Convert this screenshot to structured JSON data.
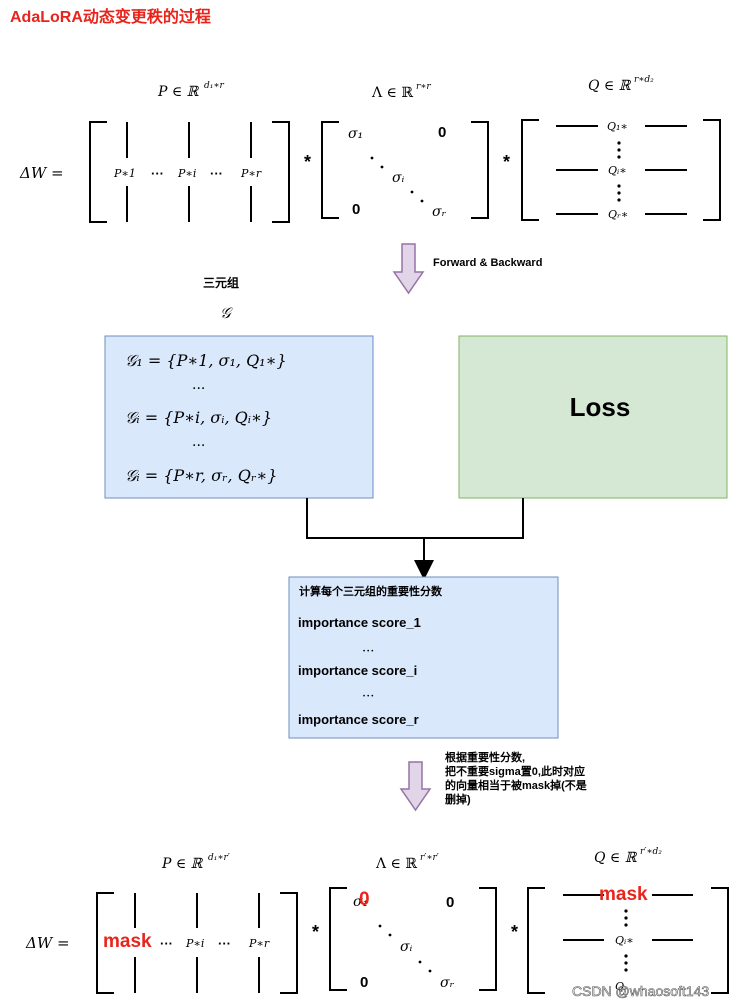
{
  "title": "AdaLoRA动态变更秩的过程",
  "top": {
    "lhs": "ΔW =",
    "p_label": "P ∈ ℝ",
    "p_exp": "d₁∗r",
    "lambda_label": "Λ ∈ ℝ",
    "lambda_exp": "r∗r",
    "q_label": "Q ∈ ℝ",
    "q_exp": "r∗d₂",
    "p_cols": [
      "P∗1",
      "P∗i",
      "P∗r"
    ],
    "ellipsis": "···",
    "diag": [
      "σ₁",
      "σᵢ",
      "σᵣ"
    ],
    "zero": "0",
    "q_rows": [
      "Q₁∗",
      "Qᵢ∗",
      "Qᵣ∗"
    ],
    "times": "*"
  },
  "arrow1_label": "Forward & Backward",
  "triplet_label": "三元组",
  "triplet_symbol": "𝒢",
  "g_box": {
    "lines": [
      "𝒢₁ = {P∗1, σ₁, Q₁∗}",
      "···",
      "𝒢ᵢ = {P∗i, σᵢ, Qᵢ∗}",
      "···",
      "𝒢ᵢ = {P∗r, σᵣ, Qᵣ∗}"
    ]
  },
  "loss_label": "Loss",
  "score_box": {
    "title": "计算每个三元组的重要性分数",
    "lines": [
      "importance score_1",
      "···",
      "importance score_i",
      "···",
      "importance score_r"
    ]
  },
  "arrow2_label": [
    "根据重要性分数,",
    "把不重要sigma置0,此时对应",
    "的向量相当于被mask掉(不是",
    "删掉)"
  ],
  "bottom": {
    "lhs": "ΔW =",
    "p_label": "P ∈ ℝ",
    "p_exp": "d₁∗r′",
    "lambda_label": "Λ ∈ ℝ",
    "lambda_exp": "r′∗r′",
    "q_label": "Q ∈ ℝ",
    "q_exp": "r′∗d₂",
    "p_cols": [
      "P∗i",
      "P∗r"
    ],
    "ellipsis": "···",
    "diag": [
      "σ₁",
      "σᵢ",
      "σᵣ"
    ],
    "zero": "0",
    "q_rows": [
      "Qᵢ∗",
      "Q"
    ],
    "mask": "mask",
    "times": "*"
  },
  "watermark": "CSDN @whaosoft143",
  "colors": {
    "title_red": "#e8251c",
    "box_blue_fill": "#dae8fc",
    "box_blue_stroke": "#6c8ebf",
    "box_green_fill": "#d5e8d4",
    "box_green_stroke": "#82b366",
    "arrow_fill": "#e1d5e7",
    "arrow_stroke": "#9673a6",
    "mask_red": "#e8251c"
  }
}
